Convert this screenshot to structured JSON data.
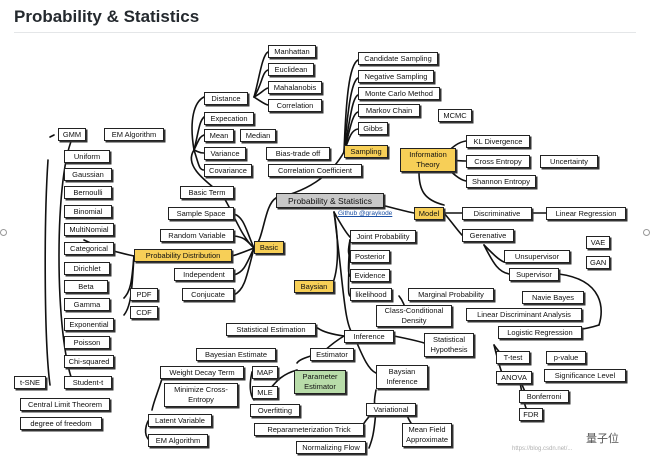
{
  "page": {
    "title": "Probability & Statistics"
  },
  "center": {
    "label": "Probability & Statistics",
    "link": "Github @graykode"
  },
  "nodes": {
    "manhattan": "Manhattan",
    "euclidean": "Euclidean",
    "mahalanobis": "Mahalanobis",
    "correlation": "Correlation",
    "distance": "Distance",
    "expecation": "Expecation",
    "mean": "Mean",
    "median": "Median",
    "variance": "Variance",
    "bias_tradeoff": "Bias-trade off",
    "covariance": "Covariance",
    "correlation_coefficient": "Correlation Coefficient",
    "gmm": "GMM",
    "em_algorithm_top": "EM Algorithm",
    "uniform": "Uniform",
    "gaussian": "Gaussian",
    "bernoulli": "Bernoulli",
    "binomial": "Binomial",
    "multinomial": "MultiNomial",
    "categorical": "Categorical",
    "dirichlet": "Dirichlet",
    "beta": "Beta",
    "gamma": "Gamma",
    "exponential": "Exponential",
    "poisson": "Poisson",
    "chi_squared": "Chi-squared",
    "tsne": "t-SNE",
    "student_t": "Student-t",
    "clt": "Central Limit Theorem",
    "dof": "degree of freedom",
    "basic_term": "Basic Term",
    "sample_space": "Sample Space",
    "random_variable": "Random Variable",
    "probability_distribution": "Probability Distribution",
    "basic": "Basic",
    "independent": "Independent",
    "conjucate": "Conjucate",
    "pdf": "PDF",
    "cdf": "CDF",
    "candidate_sampling": "Candidate Sampling",
    "negative_sampling": "Negative Sampling",
    "monte_carlo": "Monte Carlo Method",
    "markov_chain": "Markov Chain",
    "mcmc": "MCMC",
    "gibbs": "Gibbs",
    "sampling": "Sampling",
    "information_theory": "Information Theory",
    "kl_divergence": "KL Divergence",
    "cross_entropy": "Cross Entropy",
    "uncertainty": "Uncertainty",
    "shannon_entropy": "Shannon Entropy",
    "model": "Model",
    "discriminative": "Discriminative",
    "linear_regression": "Linear Regression",
    "generative": "Gerenative",
    "vae": "VAE",
    "unsupervisor": "Unsupervisor",
    "gan": "GAN",
    "supervisor": "Supervisor",
    "naive_bayes": "Navie Bayes",
    "lda": "Linear Discriminant Analysis",
    "logistic_regression": "Logistic Regression",
    "joint_probability": "Joint Probability",
    "posterior": "Posterior",
    "evidence": "Evidence",
    "likelihood": "likelihood",
    "marginal_probability": "Marginal Probability",
    "class_conditional_density": "Class-Conditional Density",
    "baysian": "Baysian",
    "statistical_estimation": "Statistical Estimation",
    "inference": "Inference",
    "statistical_hypothesis": "Statistical Hypothesis",
    "estimator": "Estimator",
    "bayesian_estimate": "Bayesian Estimate",
    "weight_decay_term": "Weight Decay Term",
    "map": "MAP",
    "minimize_cross_entropy": "Minimize Cross-Entropy",
    "mle": "MLE",
    "parameter_estimator": "Parameter Estimator",
    "overfitting": "Overfitting",
    "latent_variable": "Latent Variable",
    "em_algorithm_bottom": "EM Algorithm",
    "baysian_inference": "Baysian Inference",
    "ttest": "T-test",
    "pvalue": "p-value",
    "anova": "ANOVA",
    "significance_level": "Significance Level",
    "bonferroni": "Bonferroni",
    "fdr": "FDR",
    "variational": "Variational",
    "reparameterization_trick": "Reparameterization Trick",
    "mean_field_approximate": "Mean Field Approximate",
    "normalizing_flow": "Normalizing Flow"
  },
  "watermark": {
    "text": "https://blog.csdn.net/...",
    "logo": "量子位"
  }
}
